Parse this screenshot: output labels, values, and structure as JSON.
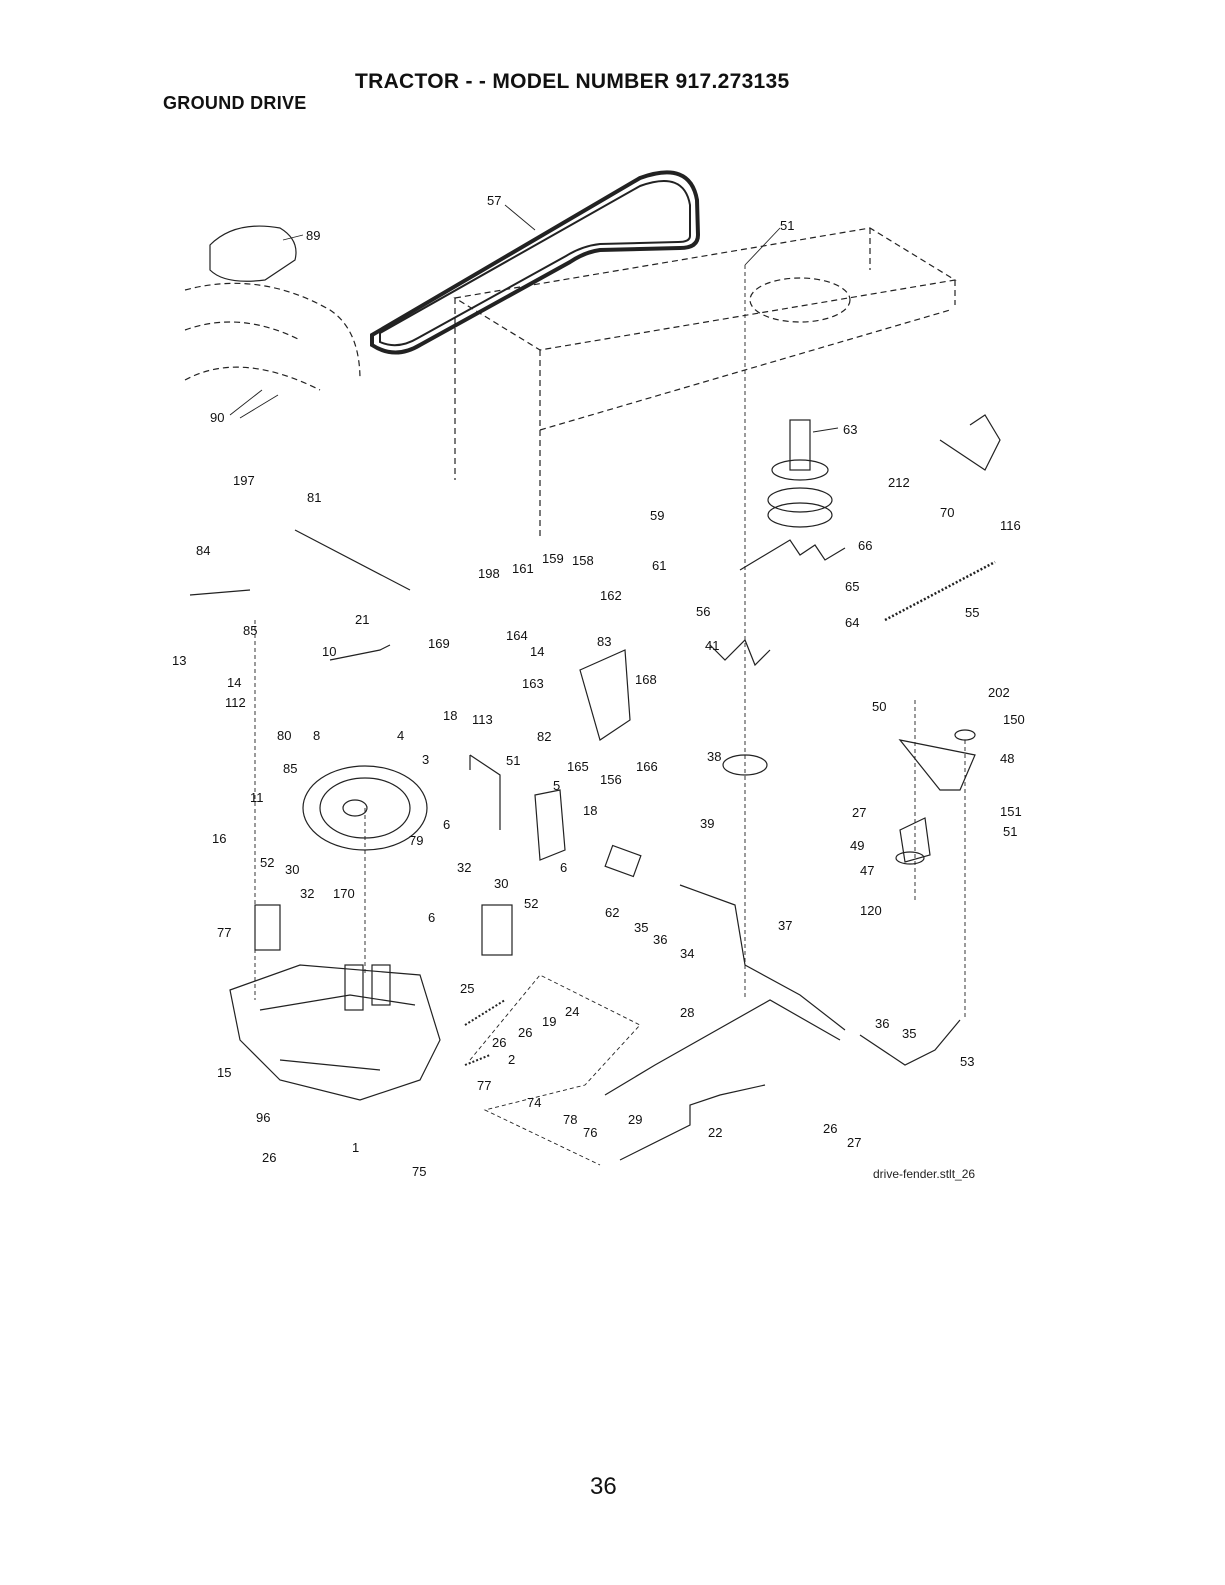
{
  "header": {
    "title": "TRACTOR - - MODEL NUMBER 917.273135",
    "section": "GROUND DRIVE"
  },
  "callouts": {
    "c57": "57",
    "c51a": "51",
    "c89": "89",
    "c90": "90",
    "c63": "63",
    "c212": "212",
    "c70": "70",
    "c116": "116",
    "c197": "197",
    "c81": "81",
    "c59": "59",
    "c61": "61",
    "c66": "66",
    "c84": "84",
    "c198": "198",
    "c161": "161",
    "c159": "159",
    "c158": "158",
    "c162": "162",
    "c65a": "65",
    "c55": "55",
    "c85a": "85",
    "c21": "21",
    "c169": "169",
    "c56": "56",
    "c64": "64",
    "c164": "164",
    "c14a": "14",
    "c83": "83",
    "c41": "41",
    "c13": "13",
    "c10": "10",
    "c14b": "14",
    "c163": "163",
    "c168": "168",
    "c112": "112",
    "c50": "50",
    "c202": "202",
    "c150": "150",
    "c80": "80",
    "c18a": "18",
    "c113": "113",
    "c82": "82",
    "c8": "8",
    "c4": "4",
    "c85b": "85",
    "c165": "165",
    "c166": "166",
    "c156": "156",
    "c38": "38",
    "c48": "48",
    "c3": "3",
    "c51b": "51",
    "c5": "5",
    "c11": "11",
    "c27a": "27",
    "c151": "151",
    "c18b": "18",
    "c6a": "6",
    "c39": "39",
    "c51c": "51",
    "c16": "16",
    "c79": "79",
    "c49": "49",
    "c47": "47",
    "c52a": "52",
    "c30a": "30",
    "c32a": "32",
    "c6b": "6",
    "c170": "170",
    "c32b": "32",
    "c30b": "30",
    "c62": "62",
    "c52b": "52",
    "c35a": "35",
    "c120": "120",
    "c36a": "36",
    "c34": "34",
    "c37": "37",
    "c6c": "6",
    "c77a": "77",
    "c25": "25",
    "c24": "24",
    "c28": "28",
    "c19": "19",
    "c26a": "26",
    "c36b": "36",
    "c35b": "35",
    "c26b": "26",
    "c2": "2",
    "c53": "53",
    "c15": "15",
    "c77b": "77",
    "c74": "74",
    "c96": "96",
    "c29": "29",
    "c78": "78",
    "c76": "76",
    "c22": "22",
    "c26c": "26",
    "c27b": "27",
    "c1": "1",
    "c26d": "26",
    "c75": "75"
  },
  "footer": {
    "file_ref": "drive-fender.stlt_26",
    "page_number": "36"
  }
}
